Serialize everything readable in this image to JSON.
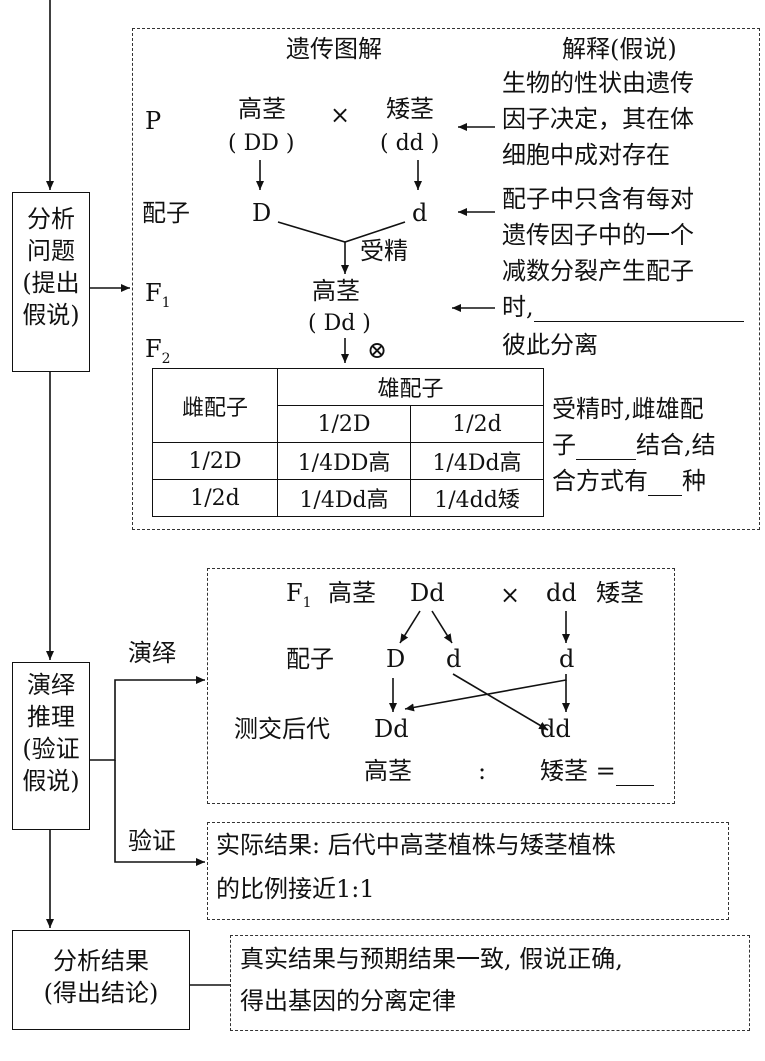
{
  "steps": {
    "analyze": [
      "分析",
      "问题",
      "(提出",
      "假说)"
    ],
    "deduce": [
      "演绎",
      "推理",
      "(验证",
      "假说)"
    ],
    "conclude": [
      "分析结果",
      "(得出结论)"
    ]
  },
  "branch_labels": {
    "deduction": "演绎",
    "verify": "验证"
  },
  "hypothesis_box": {
    "diagram_title": "遗传图解",
    "explain_title": "解释(假说)",
    "row_labels": {
      "P": "P",
      "gamete": "配子",
      "F1": "F",
      "F1_sub": "1",
      "F2": "F",
      "F2_sub": "2"
    },
    "parent_tall": "高茎",
    "parent_tall_geno": "( DD )",
    "cross_sign": "×",
    "parent_short": "矮茎",
    "parent_short_geno": "( dd )",
    "gamete_D": "D",
    "gamete_d": "d",
    "fertilize": "受精",
    "f1_pheno": "高茎",
    "f1_geno": "( Dd )",
    "self_symbol": "⊗",
    "explanations": [
      "生物的性状由遗传",
      "因子决定，其在体",
      "细胞中成对存在",
      "配子中只含有每对",
      "遗传因子中的一个",
      "减数分裂产生配子",
      "时,",
      "彼此分离"
    ],
    "fert_explain": {
      "line1": "受精时,雌雄配",
      "line2_a": "子",
      "line2_b": "结合,结",
      "line3_a": "合方式有",
      "line3_b": "种"
    },
    "punnett": {
      "corner": "雌配子",
      "male_header": "雄配子",
      "cols": [
        "1/2D",
        "1/2d"
      ],
      "rows": [
        {
          "head": "1/2D",
          "cells": [
            "1/4DD高",
            "1/4Dd高"
          ]
        },
        {
          "head": "1/2d",
          "cells": [
            "1/4Dd高",
            "1/4dd矮"
          ]
        }
      ]
    }
  },
  "testcross_box": {
    "F": "F",
    "F_sub": "1",
    "tall": "高茎",
    "tall_geno": "Dd",
    "cross": "×",
    "short_geno": "dd",
    "short": "矮茎",
    "gamete_label": "配子",
    "g1": "D",
    "g2": "d",
    "g3": "d",
    "offspring_label": "测交后代",
    "o1": "Dd",
    "o2": "dd",
    "ratio_tall": "高茎",
    "ratio_colon": ":",
    "ratio_short": "矮茎 ="
  },
  "verify_box": {
    "lines": [
      "实际结果: 后代中高茎植株与矮茎植株",
      "的比例接近1:1"
    ]
  },
  "conclusion_box": {
    "lines": [
      "真实结果与预期结果一致, 假说正确,",
      "得出基因的分离定律"
    ]
  }
}
